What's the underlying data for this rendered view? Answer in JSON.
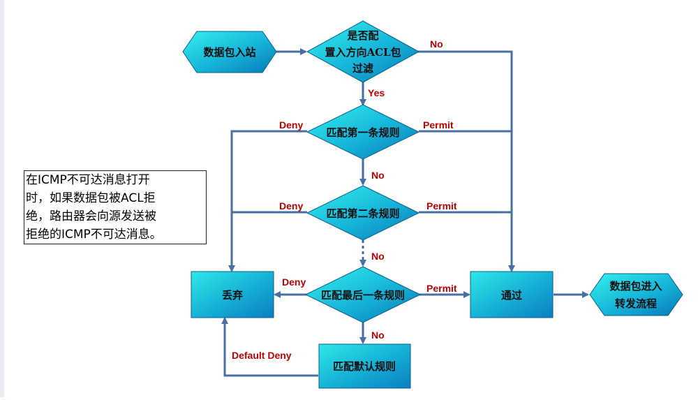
{
  "nodes": {
    "ingress": "数据包入站",
    "check_acl": [
      "是否配",
      "置入方向ACL包",
      "过滤"
    ],
    "rule1": "匹配第一条规则",
    "rule2": "匹配第二条规则",
    "rule_last": "匹配最后一条规则",
    "discard": "丢弃",
    "pass": "通过",
    "forward": [
      "数据包进入",
      "转发流程"
    ],
    "default_rule": "匹配默认规则"
  },
  "edge_labels": {
    "no_top": "No",
    "yes": "Yes",
    "deny1": "Deny",
    "permit1": "Permit",
    "no1": "No",
    "deny2": "Deny",
    "permit2": "Permit",
    "no2": "No",
    "deny3": "Deny",
    "permit3": "Permit",
    "no3": "No",
    "default_deny": "Default Deny"
  },
  "note": {
    "lines": [
      "在ICMP不可达消息打开",
      "时，如果数据包被ACL拒",
      "绝，路由器会向源发送被",
      "拒绝的ICMP不可达消息。"
    ]
  },
  "colors": {
    "line": "#4a6fa5",
    "label_red": "#c00000",
    "shape_light": "#2ee6e6",
    "shape_dark": "#0a8fc0"
  }
}
